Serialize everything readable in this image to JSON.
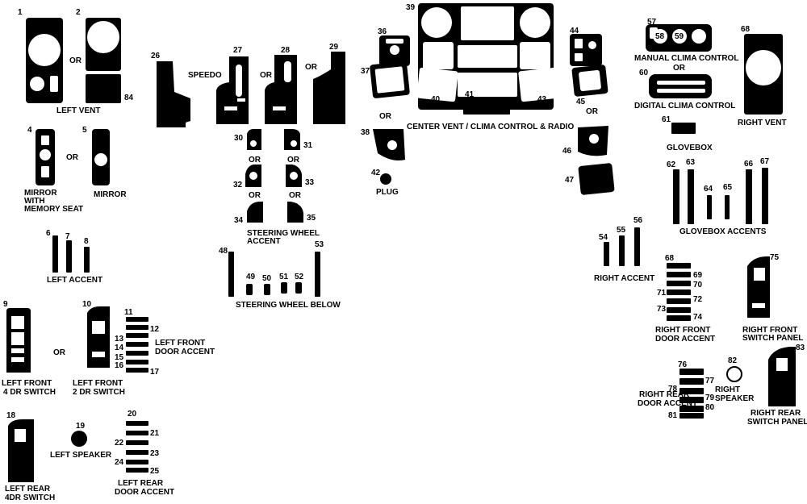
{
  "numbers": {
    "n1": "1",
    "n2": "2",
    "n4": "4",
    "n5": "5",
    "n6": "6",
    "n7": "7",
    "n8": "8",
    "n9": "9",
    "n10": "10",
    "n11": "11",
    "n12": "12",
    "n13": "13",
    "n14": "14",
    "n15": "15",
    "n16": "16",
    "n17": "17",
    "n18": "18",
    "n19": "19",
    "n20": "20",
    "n21": "21",
    "n22": "22",
    "n23": "23",
    "n24": "24",
    "n25": "25",
    "n26": "26",
    "n27": "27",
    "n28": "28",
    "n29": "29",
    "n30": "30",
    "n31": "31",
    "n32": "32",
    "n33": "33",
    "n34": "34",
    "n35": "35",
    "n36": "36",
    "n37": "37",
    "n38": "38",
    "n39": "39",
    "n40": "40",
    "n41": "41",
    "n42": "42",
    "n43": "43",
    "n44": "44",
    "n45": "45",
    "n46": "46",
    "n47": "47",
    "n48": "48",
    "n49": "49",
    "n50": "50",
    "n51": "51",
    "n52": "52",
    "n53": "53",
    "n54": "54",
    "n55": "55",
    "n56": "56",
    "n57": "57",
    "n58": "58",
    "n59": "59",
    "n60": "60",
    "n61": "61",
    "n62": "62",
    "n63": "63",
    "n64": "64",
    "n65": "65",
    "n66": "66",
    "n67": "67",
    "n68": "68",
    "n69": "69",
    "n70": "70",
    "n71": "71",
    "n72": "72",
    "n73": "73",
    "n74": "74",
    "n75": "75",
    "n76": "76",
    "n77": "77",
    "n78": "78",
    "n79": "79",
    "n80": "80",
    "n81": "81",
    "n82": "82",
    "n83": "83",
    "n84": "84"
  },
  "labels": {
    "or": "OR",
    "left_vent": "LEFT VENT",
    "mirror_memory_1": "MIRROR",
    "mirror_memory_2": "WITH",
    "mirror_memory_3": "MEMORY SEAT",
    "mirror": "MIRROR",
    "left_accent": "LEFT ACCENT",
    "left_front_4dr_1": "LEFT FRONT",
    "left_front_4dr_2": "4 DR SWITCH",
    "left_front_2dr_1": "LEFT FRONT",
    "left_front_2dr_2": "2 DR SWITCH",
    "left_front_door_accent_1": "LEFT FRONT",
    "left_front_door_accent_2": "DOOR ACCENT",
    "left_rear_4dr_1": "LEFT REAR",
    "left_rear_4dr_2": "4DR SWITCH",
    "left_speaker": "LEFT SPEAKER",
    "left_rear_door_accent_1": "LEFT REAR",
    "left_rear_door_accent_2": "DOOR ACCENT",
    "speedo": "SPEEDO",
    "steering_wheel_accent_1": "STEERING WHEEL",
    "steering_wheel_accent_2": "ACCENT",
    "steering_wheel_below": "STEERING WHEEL BELOW",
    "center_vent": "CENTER VENT / CLIMA CONTROL & RADIO",
    "plug": "PLUG",
    "manual_clima": "MANUAL CLIMA CONTROL",
    "digital_clima": "DIGITAL CLIMA CONTROL",
    "right_vent": "RIGHT VENT",
    "glovebox": "GLOVEBOX",
    "glovebox_accents": "GLOVEBOX ACCENTS",
    "right_accent": "RIGHT ACCENT",
    "right_front_door_accent_1": "RIGHT FRONT",
    "right_front_door_accent_2": "DOOR ACCENT",
    "right_front_switch_1": "RIGHT FRONT",
    "right_front_switch_2": "SWITCH PANEL",
    "right_rear_door_accent_1": "RIGHT REAR",
    "right_rear_door_accent_2": "DOOR ACCENT",
    "right_speaker_1": "RIGHT",
    "right_speaker_2": "SPEAKER",
    "right_rear_switch_1": "RIGHT REAR",
    "right_rear_switch_2": "SWITCH PANEL"
  }
}
